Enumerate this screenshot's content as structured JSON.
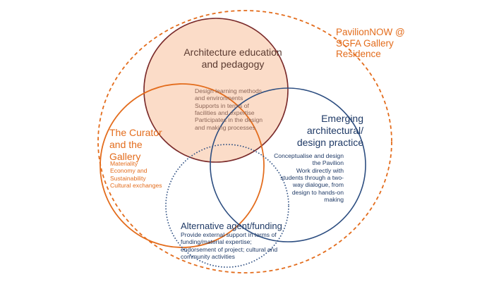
{
  "colors": {
    "orange": "#e36c1c",
    "peach_fill": "#fbdcc8",
    "maroon": "#7a2a2a",
    "navy": "#2c4d80"
  },
  "pavilion": {
    "title": "PavilionNOW @ SGFA Gallery Residence"
  },
  "education": {
    "title": "Architecture education and pedagogy",
    "lines": [
      "Design learning methods",
      "and environments",
      "Supports in terms of",
      "facilities and expertise",
      "Participates in the design",
      "and making processes"
    ]
  },
  "curator": {
    "title": "The Curator and the Gallery",
    "lines": [
      "Materiality",
      "Economy and",
      "Sustainability",
      "Cultural exchanges"
    ]
  },
  "emerging": {
    "title": "Emerging architectural/ design practice",
    "lines": [
      "Conceptualise and design",
      "the Pavilion",
      "Work directly with",
      "students through a two-",
      "way dialogue, from",
      "design to hands-on",
      "making"
    ]
  },
  "alternative": {
    "title": "Alternative agent/funding",
    "lines": [
      "Provide external support in terms of",
      "funding/material expertise;",
      "endorsement of project; cultural and",
      "community activities"
    ]
  }
}
